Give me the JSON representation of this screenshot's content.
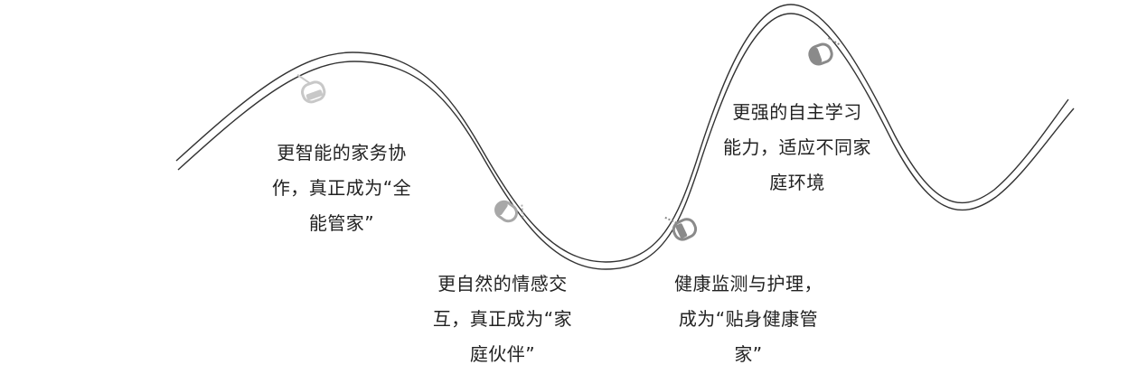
{
  "colors": {
    "track": "#333333",
    "cabin_light": "#c8c8c8",
    "cabin_dark": "#8a8a8a",
    "text": "#222222"
  },
  "labels": [
    {
      "lines": [
        "更智能的家务协",
        "作，真正成为“全",
        "能管家”"
      ]
    },
    {
      "lines": [
        "更自然的情感交",
        "互，真正成为“家",
        "庭伙伴”"
      ]
    },
    {
      "lines": [
        "更强的自主学习",
        "能力，适应不同家",
        "庭环境"
      ]
    },
    {
      "lines": [
        "健康监测与护理，",
        "成为“贴身健康管",
        "家”"
      ]
    }
  ],
  "icons": [
    "cable-car-icon",
    "cable-car-icon",
    "cable-car-icon",
    "cable-car-icon"
  ]
}
